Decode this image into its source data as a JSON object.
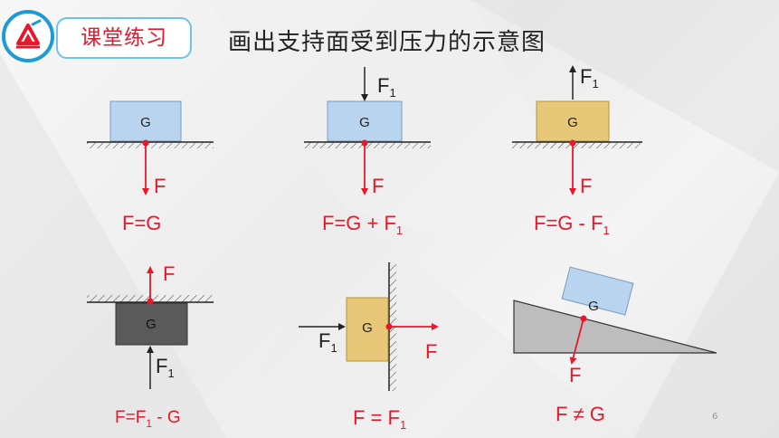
{
  "header": {
    "badge_label": "课堂练习",
    "title": "画出支持面受到压力的示意图"
  },
  "colors": {
    "accent_blue": "#1d9bd7",
    "force_red": "#e8182b",
    "block_blue": "#b8d4ee",
    "block_gold": "#e6c878",
    "block_dark": "#5a5a5a",
    "slope_gray": "#bdbdbd"
  },
  "diagrams": {
    "d1": {
      "block": "G",
      "force": "F",
      "relation": "F=G"
    },
    "d2": {
      "block": "G",
      "applied_force": "F",
      "applied_sub": "1",
      "force": "F",
      "relation_main": "F=G + F",
      "relation_sub": "1"
    },
    "d3": {
      "block": "G",
      "applied_force": "F",
      "applied_sub": "1",
      "force": "F",
      "relation_main": "F=G - F",
      "relation_sub": "1"
    },
    "d4": {
      "block": "G",
      "applied_force": "F",
      "applied_sub": "1",
      "force": "F",
      "relation_main": "F=F",
      "relation_sub": "1",
      "relation_tail": " - G"
    },
    "d5": {
      "block": "G",
      "applied_force": "F",
      "applied_sub": "1",
      "force": "F",
      "relation_main": "F = F",
      "relation_sub": "1"
    },
    "d6": {
      "block": "G",
      "force": "F",
      "relation": "F ≠ G"
    }
  },
  "page_number": "6"
}
